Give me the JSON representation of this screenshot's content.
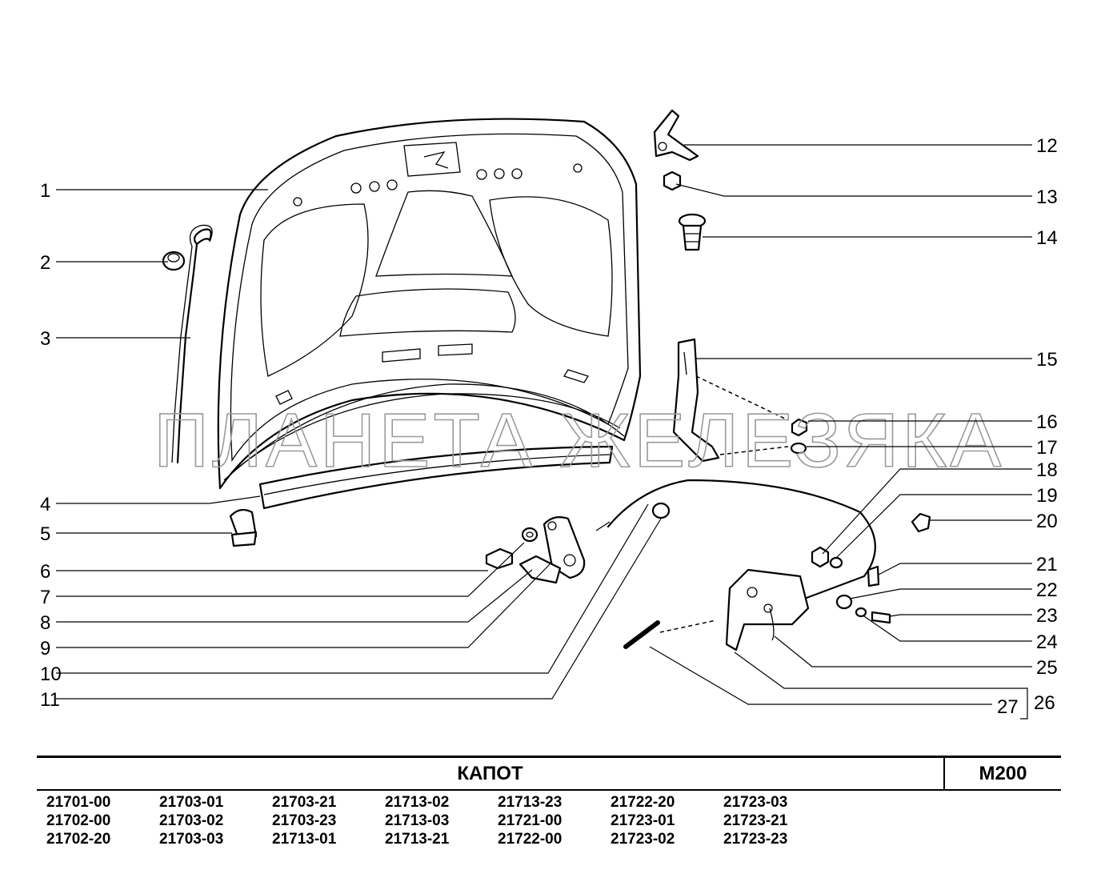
{
  "callouts": [
    "1",
    "2",
    "3",
    "4",
    "5",
    "6",
    "7",
    "8",
    "9",
    "10",
    "11",
    "12",
    "13",
    "14",
    "15",
    "16",
    "17",
    "18",
    "19",
    "20",
    "21",
    "22",
    "23",
    "24",
    "25",
    "26",
    "27"
  ],
  "watermark": "ПЛАНЕТА ЖЕЛЕЗЯКА",
  "title_block": {
    "name": "КАПОТ",
    "code": "M200"
  },
  "models": [
    [
      "21701-00",
      "21702-00",
      "21702-20"
    ],
    [
      "21703-01",
      "21703-02",
      "21703-03"
    ],
    [
      "21703-21",
      "21703-23",
      "21713-01"
    ],
    [
      "21713-02",
      "21713-03",
      "21713-21"
    ],
    [
      "21713-23",
      "21721-00",
      "21722-00"
    ],
    [
      "21722-20",
      "21723-01",
      "21723-02"
    ],
    [
      "21723-03",
      "21723-21",
      "21723-23"
    ]
  ]
}
